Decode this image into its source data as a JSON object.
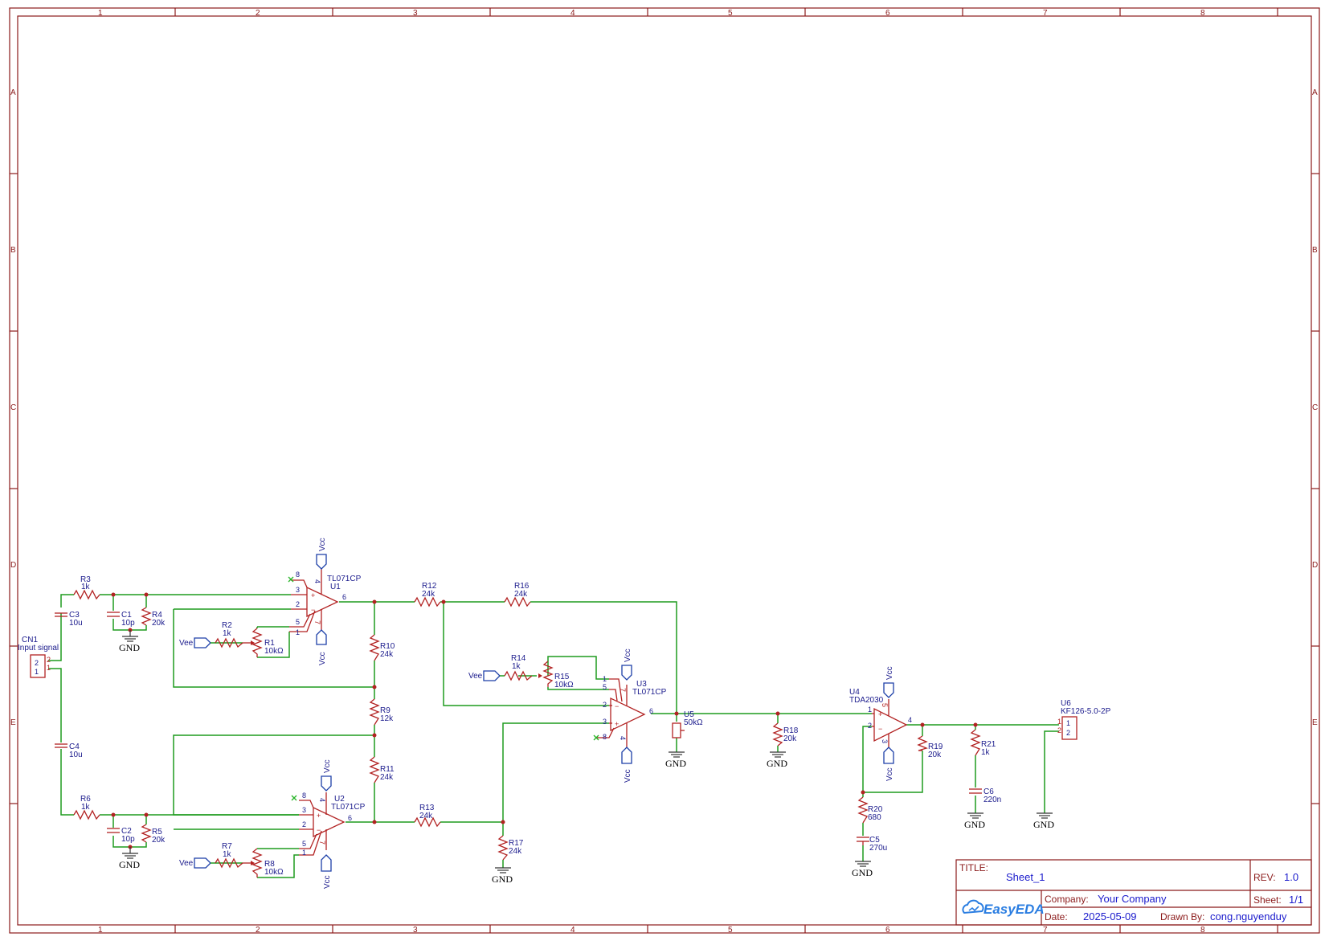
{
  "title_block": {
    "title_label": "TITLE:",
    "title_value": "Sheet_1",
    "rev_label": "REV:",
    "rev_value": "1.0",
    "company_label": "Company:",
    "company_value": "Your Company",
    "sheet_label": "Sheet:",
    "sheet_value": "1/1",
    "date_label": "Date:",
    "date_value": "2025-05-09",
    "drawn_label": "Drawn By:",
    "drawn_value": "cong.nguyenduy",
    "logo_text": "EasyEDA"
  },
  "grid": {
    "columns": [
      "1",
      "2",
      "3",
      "4",
      "5",
      "6",
      "7",
      "8"
    ],
    "rows": [
      "A",
      "B",
      "C",
      "D",
      "E"
    ]
  },
  "colors": {
    "frame": "#8b1a1a",
    "wire": "#1e9b1e",
    "part": "#b22222",
    "label": "#1a1a8c",
    "port": "#1c3fa8"
  },
  "components": {
    "CN1": {
      "ref": "CN1",
      "value": "Input signal"
    },
    "R3": {
      "ref": "R3",
      "value": "1k"
    },
    "C3": {
      "ref": "C3",
      "value": "10u"
    },
    "C1": {
      "ref": "C1",
      "value": "10p"
    },
    "R4": {
      "ref": "R4",
      "value": "20k"
    },
    "R2": {
      "ref": "R2",
      "value": "1k"
    },
    "R1": {
      "ref": "R1",
      "value": "10kΩ"
    },
    "U1": {
      "ref": "U1",
      "value": "TL071CP"
    },
    "R10": {
      "ref": "R10",
      "value": "24k"
    },
    "R9": {
      "ref": "R9",
      "value": "12k"
    },
    "R11": {
      "ref": "R11",
      "value": "24k"
    },
    "C4": {
      "ref": "C4",
      "value": "10u"
    },
    "R6": {
      "ref": "R6",
      "value": "1k"
    },
    "C2": {
      "ref": "C2",
      "value": "10p"
    },
    "R5": {
      "ref": "R5",
      "value": "20k"
    },
    "R7": {
      "ref": "R7",
      "value": "1k"
    },
    "R8": {
      "ref": "R8",
      "value": "10kΩ"
    },
    "U2": {
      "ref": "U2",
      "value": "TL071CP"
    },
    "R12": {
      "ref": "R12",
      "value": "24k"
    },
    "R16": {
      "ref": "R16",
      "value": "24k"
    },
    "R14": {
      "ref": "R14",
      "value": "1k"
    },
    "R15": {
      "ref": "R15",
      "value": "10kΩ"
    },
    "U3": {
      "ref": "U3",
      "value": "TL071CP"
    },
    "R13": {
      "ref": "R13",
      "value": "24k"
    },
    "R17": {
      "ref": "R17",
      "value": "24k"
    },
    "U5": {
      "ref": "U5",
      "value": "50kΩ"
    },
    "R18": {
      "ref": "R18",
      "value": "20k"
    },
    "U4": {
      "ref": "U4",
      "value": "TDA2030"
    },
    "R19": {
      "ref": "R19",
      "value": "20k"
    },
    "R20": {
      "ref": "R20",
      "value": "680"
    },
    "C5": {
      "ref": "C5",
      "value": "270u"
    },
    "R21": {
      "ref": "R21",
      "value": "1k"
    },
    "C6": {
      "ref": "C6",
      "value": "220n"
    },
    "U6": {
      "ref": "U6",
      "value": "KF126-5.0-2P"
    }
  },
  "nets": {
    "gnd": "GND",
    "vcc": "Vcc",
    "vee": "Vee"
  }
}
